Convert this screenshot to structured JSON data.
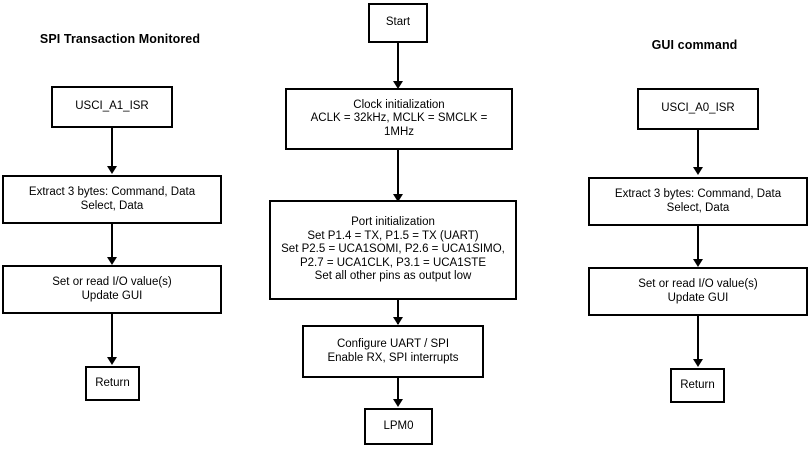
{
  "diagram": {
    "title_left": "SPI Transaction Monitored",
    "title_right": "GUI command",
    "columns": {
      "left": {
        "heading": "SPI Transaction Monitored",
        "nodes": [
          {
            "id": "usci-a1-isr",
            "label": "USCI_A1_ISR"
          },
          {
            "id": "extract-bytes-left",
            "label": "Extract 3 bytes: Command, Data\nSelect, Data"
          },
          {
            "id": "set-read-io-left",
            "label": "Set or read I/O value(s)\nUpdate GUI"
          },
          {
            "id": "return-left",
            "label": "Return"
          }
        ]
      },
      "center": {
        "heading": "",
        "nodes": [
          {
            "id": "start",
            "label": "Start"
          },
          {
            "id": "clock-init",
            "label": "Clock initialization\nACLK = 32kHz,  MCLK = SMCLK =\n1MHz"
          },
          {
            "id": "port-init",
            "label": "Port initialization\nSet P1.4 = TX, P1.5 = TX (UART)\nSet P2.5 = UCA1SOMI, P2.6 = UCA1SIMO,\nP2.7 = UCA1CLK, P3.1 = UCA1STE\nSet all other pins as output low"
          },
          {
            "id": "configure-uart-spi",
            "label": "Configure UART / SPI\nEnable RX, SPI interrupts"
          },
          {
            "id": "lpm0",
            "label": "LPM0"
          }
        ]
      },
      "right": {
        "heading": "GUI command",
        "nodes": [
          {
            "id": "usci-a0-isr",
            "label": "USCI_A0_ISR"
          },
          {
            "id": "extract-bytes-right",
            "label": "Extract 3 bytes: Command, Data\nSelect, Data"
          },
          {
            "id": "set-read-io-right",
            "label": "Set or read I/O value(s)\nUpdate GUI"
          },
          {
            "id": "return-right",
            "label": "Return"
          }
        ]
      }
    },
    "colors": {
      "stroke": "#000000",
      "fill": "#ffffff",
      "text": "#000000"
    }
  }
}
